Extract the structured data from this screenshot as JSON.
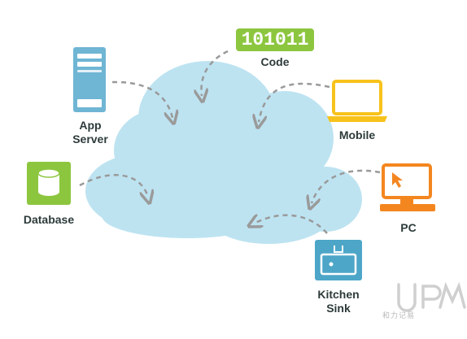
{
  "nodes": {
    "code": {
      "value": "101011",
      "label": "Code"
    },
    "app_server": {
      "label": "App\nServer"
    },
    "mobile": {
      "label": "Mobile"
    },
    "database": {
      "label": "Database"
    },
    "pc": {
      "label": "PC"
    },
    "kitchen_sink": {
      "label": "Kitchen\nSink"
    }
  },
  "watermark": {
    "logo": "UPM",
    "caption": "和力记易"
  },
  "colors": {
    "cloud": "#bde3f1",
    "arrow": "#9a9a9a",
    "server": "#6fb5d4",
    "code": "#8cc63f",
    "database": "#8cc63f",
    "mobile": "#f7c21b",
    "pc": "#f4861f",
    "sink": "#4da6c8",
    "label": "#2d3a3a"
  },
  "icons": [
    "server-icon",
    "database-icon",
    "laptop-icon",
    "pc-icon",
    "sink-icon"
  ]
}
